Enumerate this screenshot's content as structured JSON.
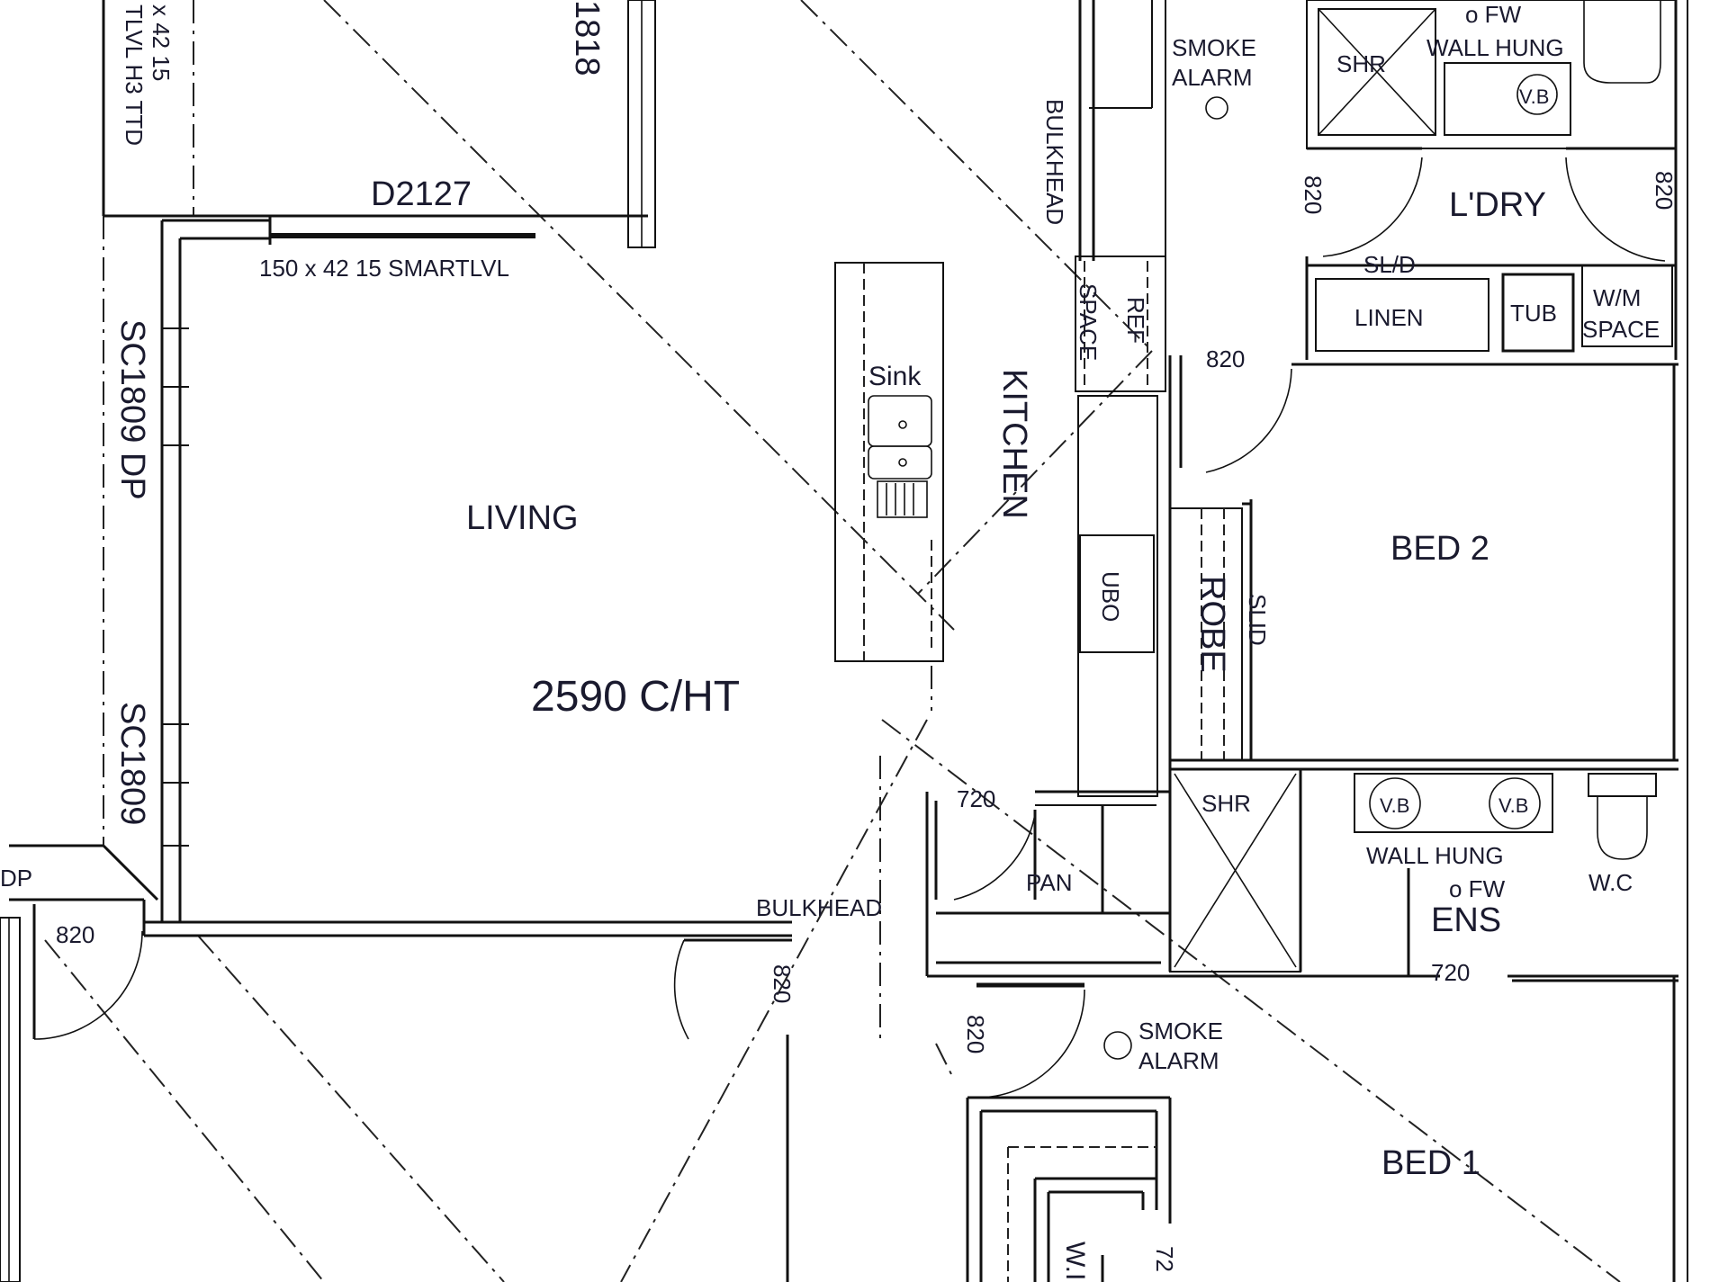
{
  "labels": {
    "d2127": "D2127",
    "beam_top": "150 x 42 15 SMARTLVL",
    "beam_left_cut": "x 42 15",
    "beam_left_cut2": "TLVL H3 TTD",
    "w1818": "1818",
    "sc1809dp": "SC1809 DP",
    "sc1809": "SC1809",
    "dp_cut": "DP",
    "living": "LIVING",
    "c_ht": "2590 C/HT",
    "sink": "Sink",
    "kitchen": "KITCHEN",
    "bulkhead_v": "BULKHEAD",
    "space": "SPACE",
    "ref": "REF",
    "smoke_top": "SMOKE",
    "alarm_top": "ALARM",
    "fw_top": "o FW",
    "wall_hung_top": "WALL HUNG",
    "shr_top": "SHR",
    "vb_top": "V.B",
    "laundry": "L'DRY",
    "sld_top": "SL/D",
    "linen": "LINEN",
    "tub": "TUB",
    "wm": "W/M",
    "wm_space": "SPACE",
    "d820_a": "820",
    "d820_b": "820",
    "d820_c": "820",
    "bed2": "BED 2",
    "ubo": "UBO",
    "robe": "ROBE",
    "slid": "SLID",
    "d720_pan": "720",
    "pan": "PAN",
    "shr_ens": "SHR",
    "vb1": "V.B",
    "vb2": "V.B",
    "wall_hung_ens": "WALL HUNG",
    "fw_ens": "o FW",
    "wc": "W.C",
    "ens": "ENS",
    "d720_ens": "720",
    "bulkhead_h": "BULKHEAD",
    "d820_living": "820",
    "d820_hall": "820",
    "d820_bed1": "820",
    "smoke_bot": "SMOKE",
    "alarm_bot": "ALARM",
    "bed1": "BED 1",
    "wir_cut": "W.I",
    "dim_cut": "72"
  }
}
